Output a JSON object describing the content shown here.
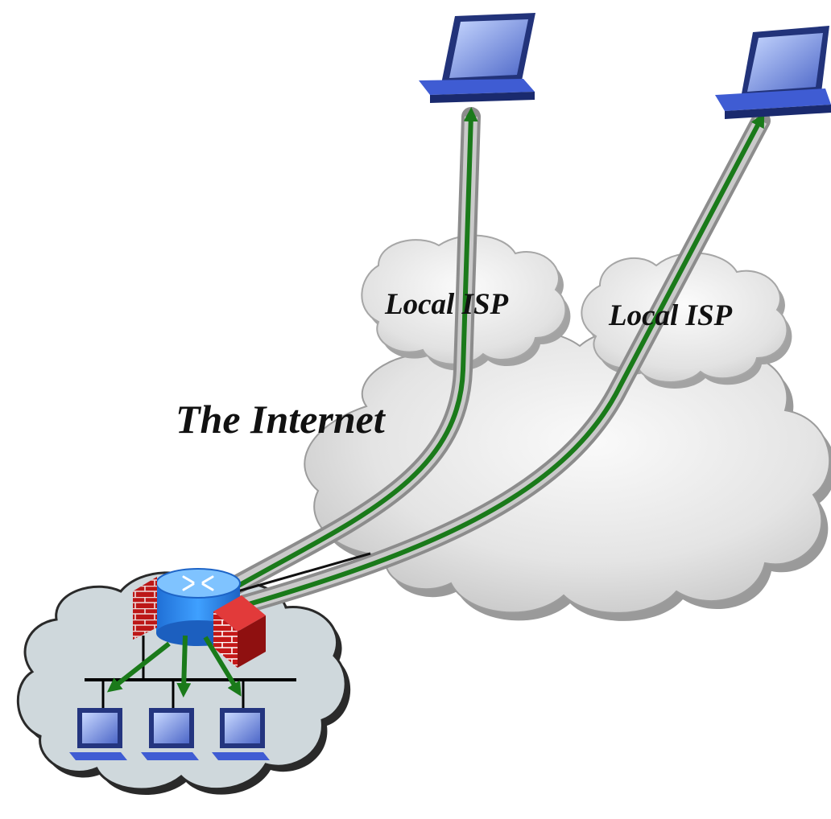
{
  "diagram": {
    "labels": {
      "internet": "The Internet",
      "isp_left": "Local ISP",
      "isp_right": "Local ISP"
    }
  }
}
